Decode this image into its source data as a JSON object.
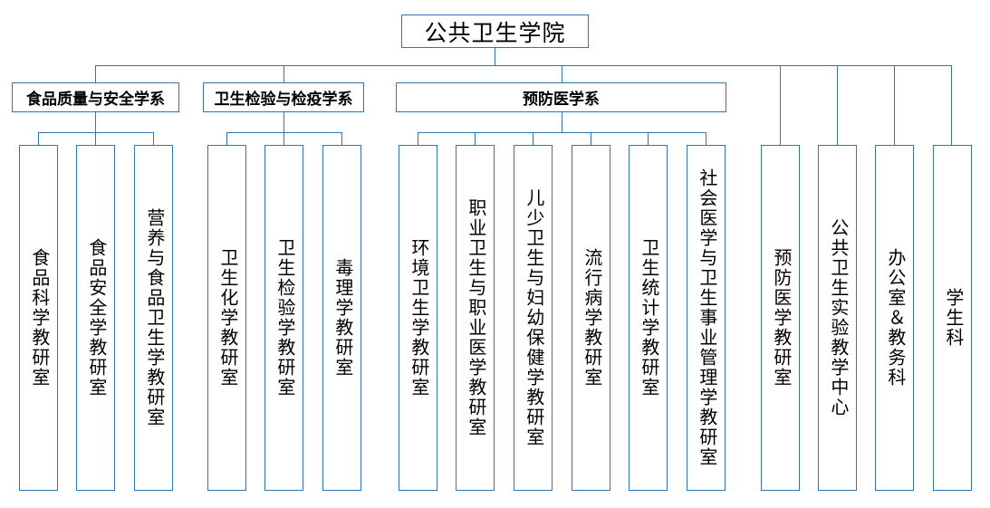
{
  "diagram": {
    "title": "公共卫生学院",
    "type": "organizational-chart",
    "accent_color": "#2E75B6",
    "root": {
      "label": "公共卫生学院"
    },
    "departments": [
      {
        "label": "食品质量与安全学系"
      },
      {
        "label": "卫生检验与检疫学系"
      },
      {
        "label": "预防医学系"
      }
    ],
    "group1_leaves": [
      {
        "label": "食品科学教研室"
      },
      {
        "label": "食品安全学教研室"
      },
      {
        "label": "营养与食品卫生学教研室"
      }
    ],
    "group2_leaves": [
      {
        "label": "卫生化学教研室"
      },
      {
        "label": "卫生检验学教研室"
      },
      {
        "label": "毒理学教研室"
      }
    ],
    "group3_leaves": [
      {
        "label": "环境卫生学教研室"
      },
      {
        "label": "职业卫生与职业医学教研室"
      },
      {
        "label": "儿少卫生与妇幼保健学教研室"
      },
      {
        "label": "流行病学教研室"
      },
      {
        "label": "卫生统计学教研室"
      },
      {
        "label": "社会医学与卫生事业管理学教研室"
      }
    ],
    "direct_units": [
      {
        "label": "预防医学教研室"
      },
      {
        "label": "公共卫生实验教学中心"
      },
      {
        "label": "办公室＆教务科"
      },
      {
        "label": "学生科"
      }
    ]
  }
}
